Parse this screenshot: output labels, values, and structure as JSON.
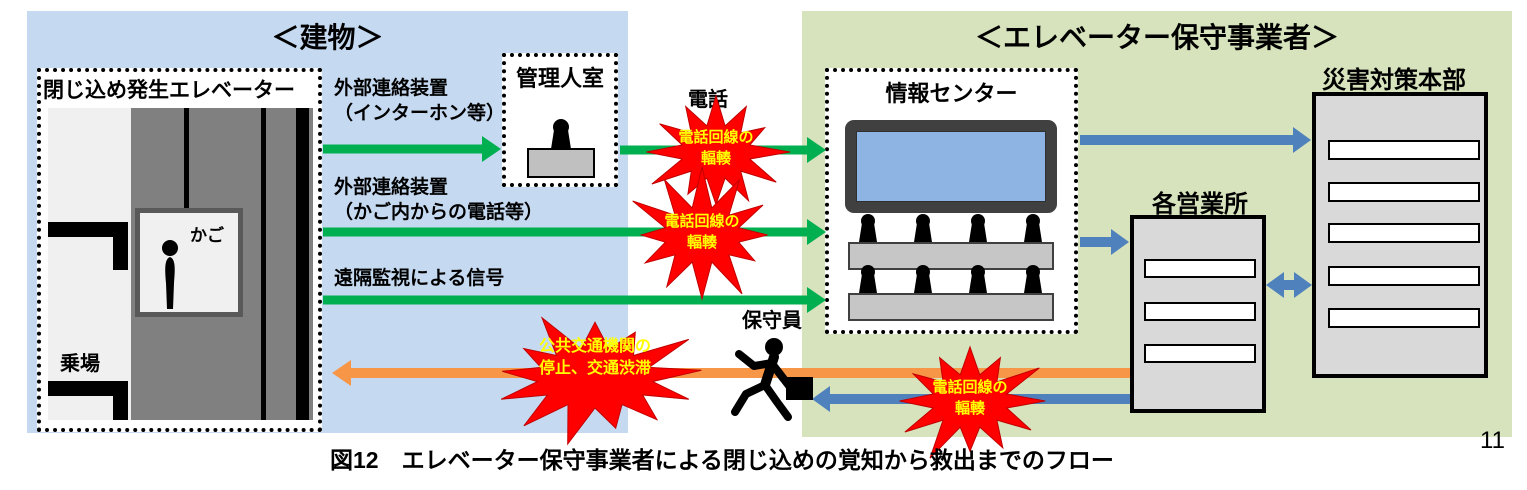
{
  "page": {
    "caption": "図12　エレベーター保守事業者による閉じ込めの覚知から救出までのフロー",
    "page_number": "11"
  },
  "building": {
    "title": "＜建物＞",
    "trapped_elevator": {
      "title": "閉じ込め発生エレベーター",
      "cage_label": "かご",
      "landing_label": "乗場"
    },
    "manager_room_title": "管理人室"
  },
  "maintenance_company": {
    "title": "＜エレベーター保守事業者＞",
    "info_center_title": "情報センター",
    "disaster_hq_title": "災害対策本部",
    "branch_offices_title": "各営業所",
    "maintenance_staff_label": "保守員"
  },
  "labels": {
    "intercom_line1": "外部連絡装置",
    "intercom_line2": "（インターホン等）",
    "cage_phone_line1": "外部連絡装置",
    "cage_phone_line2": "（かご内からの電話等）",
    "remote_signal": "遠隔監視による信号",
    "phone": "電話"
  },
  "bursts": {
    "phone_congestion_line1": "電話回線の",
    "phone_congestion_line2": "輻輳",
    "traffic_line1": "公共交通機関の",
    "traffic_line2": "停止、交通渋滞"
  },
  "colors": {
    "building_bg": "#c5d9f1",
    "company_bg": "#d6e3bc",
    "green_arrow": "#00b050",
    "blue_arrow": "#4f81bd",
    "orange_arrow": "#f79646",
    "burst_red": "#ff0000",
    "burst_text_yellow": "#ffff00",
    "screen_blue": "#8db4e2"
  }
}
